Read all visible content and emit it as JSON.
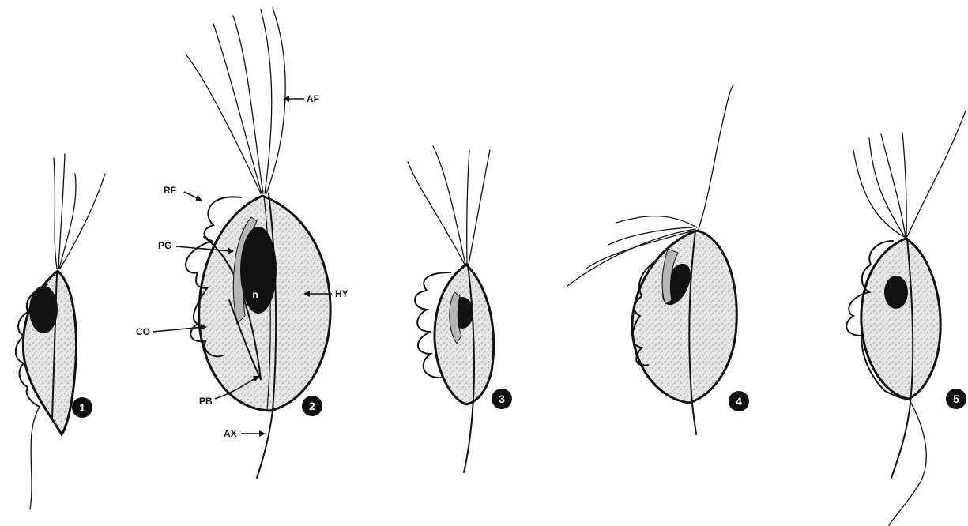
{
  "labels": {
    "af": "AF",
    "rf": "RF",
    "pg": "PG",
    "co": "CO",
    "pb": "PB",
    "ax": "AX",
    "hy": "HY",
    "n": "n"
  },
  "panels": [
    {
      "number": "1"
    },
    {
      "number": "2"
    },
    {
      "number": "3"
    },
    {
      "number": "4"
    },
    {
      "number": "5"
    }
  ]
}
